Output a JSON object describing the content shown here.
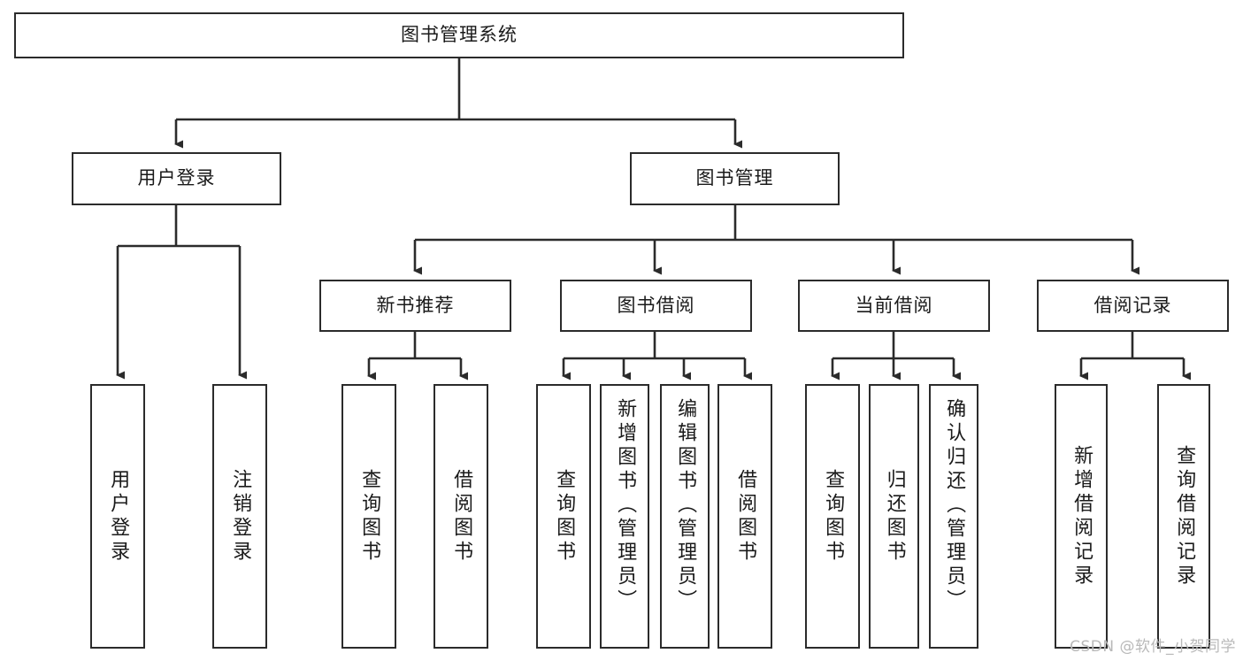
{
  "diagram": {
    "type": "tree-hierarchy",
    "title": "图书管理系统",
    "watermark": "CSDN @软件_小贺同学",
    "colors": {
      "box_border": "#2b2b2b",
      "box_fill": "#ffffff",
      "edge": "#2b2b2b",
      "text": "#1a1a1a",
      "watermark": "#b9b9b9",
      "canvas": "#ffffff"
    },
    "nodes": {
      "root": {
        "label": "图书管理系统",
        "level": 0,
        "orientation": "horizontal"
      },
      "user_login": {
        "label": "用户登录",
        "level": 1,
        "orientation": "horizontal"
      },
      "book_manage": {
        "label": "图书管理",
        "level": 1,
        "orientation": "horizontal"
      },
      "new_book_rec": {
        "label": "新书推荐",
        "level": 2,
        "orientation": "horizontal"
      },
      "book_borrow": {
        "label": "图书借阅",
        "level": 2,
        "orientation": "horizontal"
      },
      "current_borrow": {
        "label": "当前借阅",
        "level": 2,
        "orientation": "horizontal"
      },
      "borrow_record": {
        "label": "借阅记录",
        "level": 2,
        "orientation": "horizontal"
      },
      "leaf_user_login": {
        "label": "用户登录",
        "level": 2,
        "orientation": "vertical"
      },
      "leaf_logout": {
        "label": "注销登录",
        "level": 2,
        "orientation": "vertical"
      },
      "leaf_query_book_1": {
        "label": "查询图书",
        "level": 3,
        "orientation": "vertical"
      },
      "leaf_borrow_book_1": {
        "label": "借阅图书",
        "level": 3,
        "orientation": "vertical"
      },
      "leaf_query_book_2": {
        "label": "查询图书",
        "level": 3,
        "orientation": "vertical"
      },
      "leaf_add_book": {
        "label": "新增图书（管理员）",
        "level": 3,
        "orientation": "vertical"
      },
      "leaf_edit_book": {
        "label": "编辑图书（管理员）",
        "level": 3,
        "orientation": "vertical"
      },
      "leaf_borrow_book_2": {
        "label": "借阅图书",
        "level": 3,
        "orientation": "vertical"
      },
      "leaf_query_book_3": {
        "label": "查询图书",
        "level": 3,
        "orientation": "vertical"
      },
      "leaf_return_book": {
        "label": "归还图书",
        "level": 3,
        "orientation": "vertical"
      },
      "leaf_confirm_return": {
        "label": "确认归还（管理员）",
        "level": 3,
        "orientation": "vertical"
      },
      "leaf_add_record": {
        "label": "新增借阅记录",
        "level": 3,
        "orientation": "vertical"
      },
      "leaf_query_record": {
        "label": "查询借阅记录",
        "level": 3,
        "orientation": "vertical"
      }
    },
    "edges": [
      {
        "from": "root",
        "to": "user_login"
      },
      {
        "from": "root",
        "to": "book_manage"
      },
      {
        "from": "user_login",
        "to": "leaf_user_login"
      },
      {
        "from": "user_login",
        "to": "leaf_logout"
      },
      {
        "from": "book_manage",
        "to": "new_book_rec"
      },
      {
        "from": "book_manage",
        "to": "book_borrow"
      },
      {
        "from": "book_manage",
        "to": "current_borrow"
      },
      {
        "from": "book_manage",
        "to": "borrow_record"
      },
      {
        "from": "new_book_rec",
        "to": "leaf_query_book_1"
      },
      {
        "from": "new_book_rec",
        "to": "leaf_borrow_book_1"
      },
      {
        "from": "book_borrow",
        "to": "leaf_query_book_2"
      },
      {
        "from": "book_borrow",
        "to": "leaf_add_book"
      },
      {
        "from": "book_borrow",
        "to": "leaf_edit_book"
      },
      {
        "from": "book_borrow",
        "to": "leaf_borrow_book_2"
      },
      {
        "from": "current_borrow",
        "to": "leaf_query_book_3"
      },
      {
        "from": "current_borrow",
        "to": "leaf_return_book"
      },
      {
        "from": "current_borrow",
        "to": "leaf_confirm_return"
      },
      {
        "from": "borrow_record",
        "to": "leaf_add_record"
      },
      {
        "from": "borrow_record",
        "to": "leaf_query_record"
      }
    ]
  }
}
